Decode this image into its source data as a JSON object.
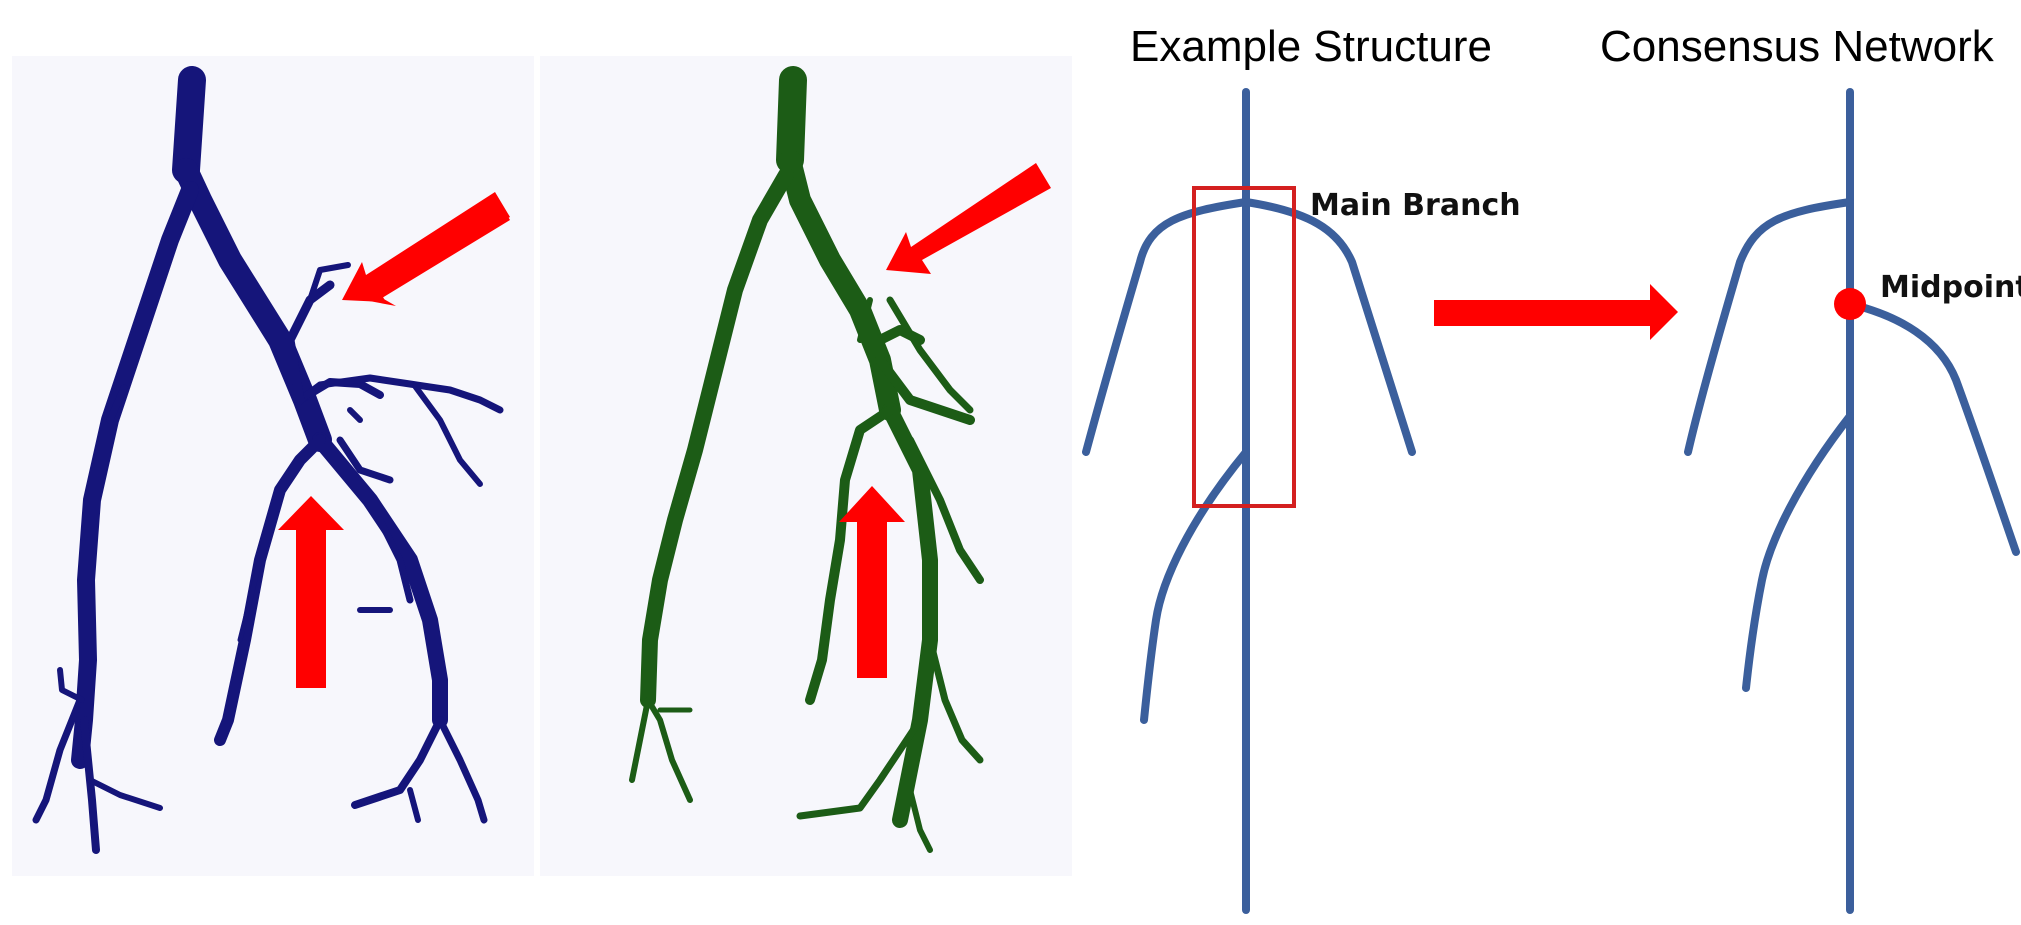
{
  "headings": {
    "example_structure": "Example Structure",
    "consensus_network": "Consensus Network"
  },
  "labels": {
    "main_branch": "Main Branch",
    "midpoint": "Midpoint"
  },
  "colors": {
    "blue_tree": "#15157a",
    "green_tree": "#1c5c16",
    "arrow": "#ff0000",
    "schematic_line": "#3b5f9c",
    "highlight_box": "#d42020",
    "panel_bg": "#f7f7fc"
  }
}
